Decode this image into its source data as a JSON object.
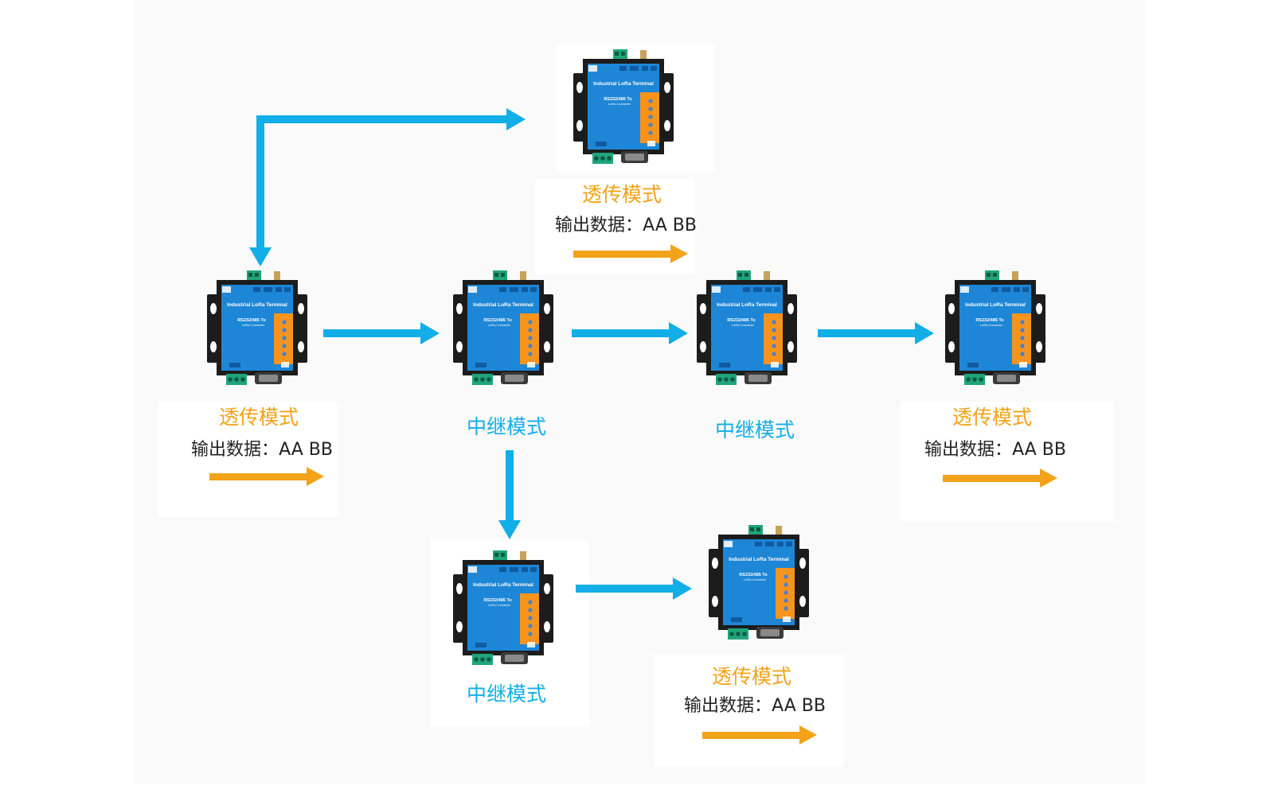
{
  "colors": {
    "passthrough": "#f2a319",
    "relay": "#12aee8",
    "device_body": "#1e86d6",
    "device_panel": "#f7941d",
    "device_frame": "#1c1c1c"
  },
  "device": {
    "title": "Industrial LoRa Terminal",
    "model_line1": "RS232/485 To",
    "model_line2": "LoRa Converter"
  },
  "nodes": [
    {
      "id": "top",
      "mode": "透传模式",
      "mode_type": "passthrough",
      "output_label": "输出数据：",
      "output_value": "AA BB"
    },
    {
      "id": "source",
      "mode": "透传模式",
      "mode_type": "passthrough",
      "output_label": "输出数据：",
      "output_value": "AA BB"
    },
    {
      "id": "relay-a",
      "mode": "中继模式",
      "mode_type": "relay"
    },
    {
      "id": "relay-b",
      "mode": "中继模式",
      "mode_type": "relay"
    },
    {
      "id": "right",
      "mode": "透传模式",
      "mode_type": "passthrough",
      "output_label": "输出数据：",
      "output_value": "AA BB"
    },
    {
      "id": "relay-c",
      "mode": "中继模式",
      "mode_type": "relay"
    },
    {
      "id": "bottom",
      "mode": "透传模式",
      "mode_type": "passthrough",
      "output_label": "输出数据：",
      "output_value": "AA BB"
    }
  ],
  "links": [
    {
      "from": "source",
      "to": "top"
    },
    {
      "from": "source",
      "to": "relay-a"
    },
    {
      "from": "relay-a",
      "to": "relay-b"
    },
    {
      "from": "relay-b",
      "to": "right"
    },
    {
      "from": "relay-a",
      "to": "relay-c"
    },
    {
      "from": "relay-c",
      "to": "bottom"
    }
  ]
}
